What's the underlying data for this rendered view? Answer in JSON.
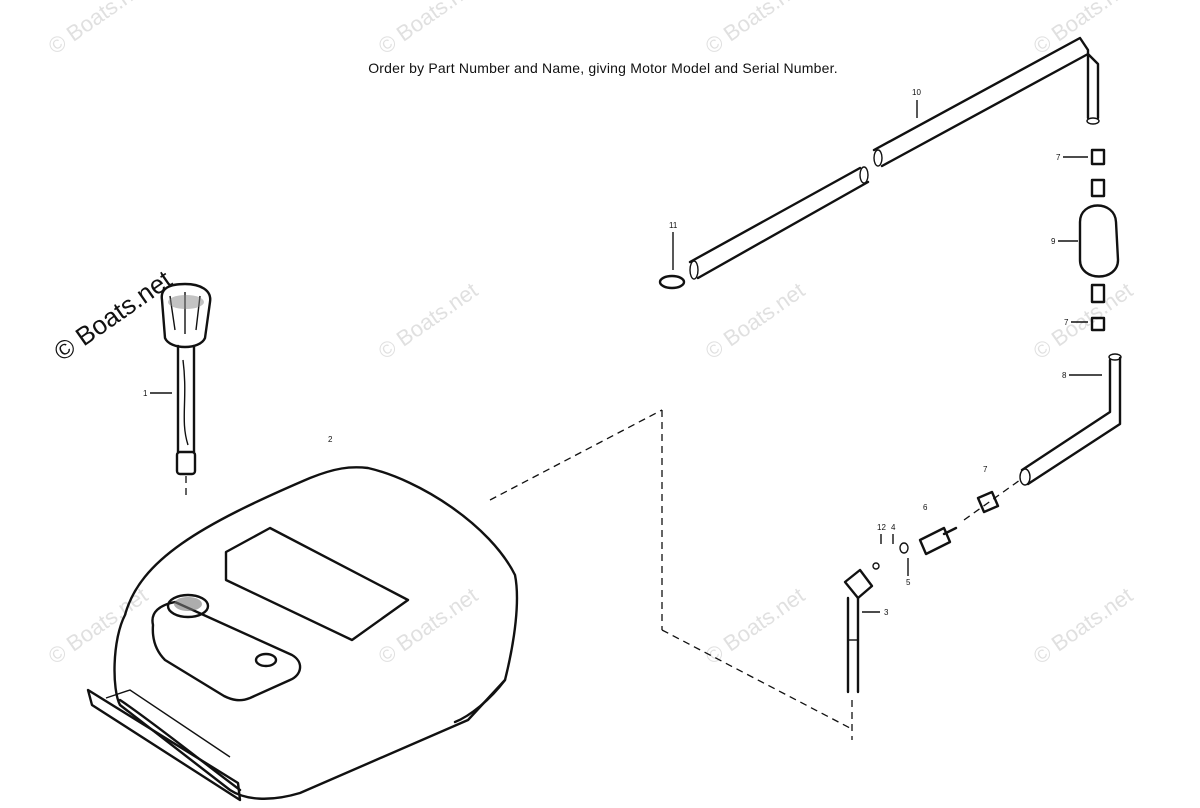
{
  "header": {
    "text": "Order by Part Number and Name, giving Motor Model and Serial Number."
  },
  "watermark": {
    "text": "© Boats.net"
  },
  "callouts": [
    {
      "id": "c1",
      "text": "1"
    },
    {
      "id": "c2",
      "text": "2"
    },
    {
      "id": "c3",
      "text": "3"
    },
    {
      "id": "c4",
      "text": "4"
    },
    {
      "id": "c5",
      "text": "5"
    },
    {
      "id": "c6",
      "text": "6"
    },
    {
      "id": "c7a",
      "text": "7"
    },
    {
      "id": "c7b",
      "text": "7"
    },
    {
      "id": "c7c",
      "text": "7"
    },
    {
      "id": "c8",
      "text": "8"
    },
    {
      "id": "c9",
      "text": "9"
    },
    {
      "id": "c10",
      "text": "10"
    },
    {
      "id": "c11",
      "text": "11"
    },
    {
      "id": "c12",
      "text": "12"
    }
  ],
  "colors": {
    "ink": "#111111",
    "watermark": "#c8c8c8",
    "background": "#ffffff"
  }
}
